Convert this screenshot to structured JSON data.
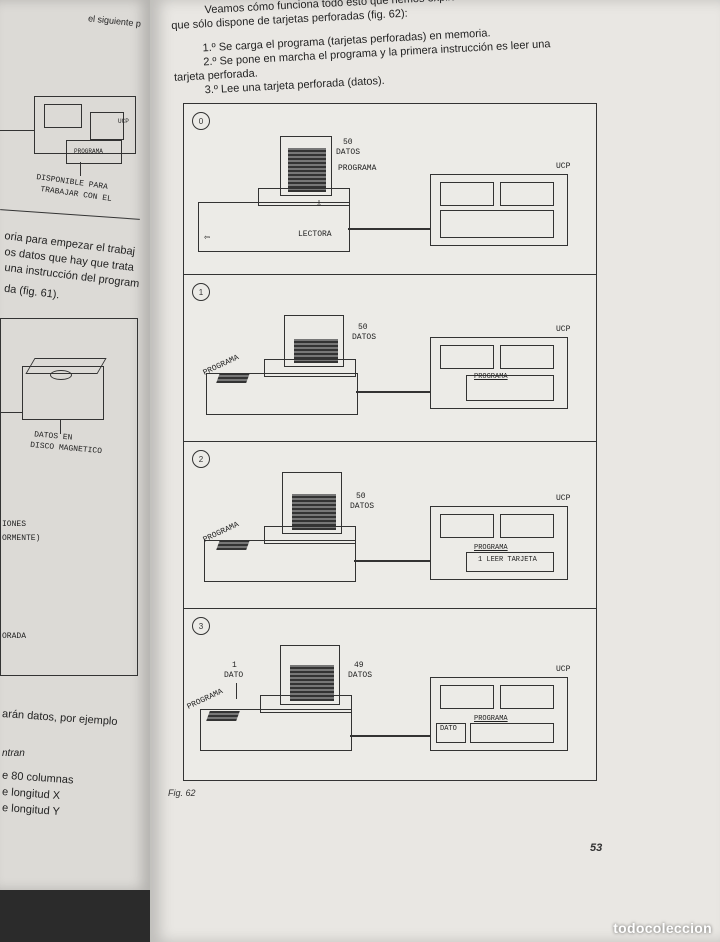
{
  "left_page": {
    "top_fragment": "el siguiente p",
    "ucp_label": "UCP",
    "programa_label": "PROGRAMA",
    "disponible_line1": "DISPONIBLE PARA",
    "disponible_line2": "TRABAJAR CON EL",
    "para_lines": [
      "oria para empezar el trabaj",
      "os datos que hay que trata",
      "una instrucción del program",
      "da (fig. 61)."
    ],
    "datos_en": "DATOS EN",
    "disco_magnetico": "DISCO MAGNETICO",
    "iones": "IONES",
    "ormente": "ORMENTE)",
    "orada": "ORADA",
    "bottom_lines": [
      "arán datos, por ejemplo",
      "ntran",
      "e 80 columnas",
      "e longitud X",
      "e longitud Y"
    ]
  },
  "right_page": {
    "intro_line1": "Veamos cómo funciona todo esto que hemos explicado en un Ordenador",
    "intro_line2": "que sólo dispone de tarjetas perforadas (fig. 62):",
    "step1_a": "1.º  Se carga el programa (tarjetas perforadas) en memoria.",
    "step2_a": "2.º  Se pone en marcha el programa y la primera instrucción es leer una",
    "step2_b": "tarjeta perforada.",
    "step3_a": "3.º  Lee una tarjeta perforada (datos).",
    "figure_caption": "Fig. 62",
    "page_number": "53"
  },
  "figure": {
    "panels": [
      {
        "step": "0",
        "count": "50",
        "datos": "DATOS",
        "programa": "PROGRAMA",
        "lectora": "LECTORA",
        "ucp": "UCP"
      },
      {
        "step": "1",
        "count": "50",
        "datos": "DATOS",
        "programa_out": "PROGRAMA",
        "ucp": "UCP",
        "mem_programa": "PROGRAMA"
      },
      {
        "step": "2",
        "count": "50",
        "datos": "DATOS",
        "programa_out": "PROGRAMA",
        "ucp": "UCP",
        "mem_programa": "PROGRAMA",
        "instruction": "1 LEER TARJETA"
      },
      {
        "step": "3",
        "count": "49",
        "datos": "DATOS",
        "one": "1",
        "dato": "DATO",
        "programa_out": "PROGRAMA",
        "ucp": "UCP",
        "mem_dato": "DATO",
        "mem_programa": "PROGRAMA"
      }
    ]
  },
  "watermark": "todocoleccion"
}
